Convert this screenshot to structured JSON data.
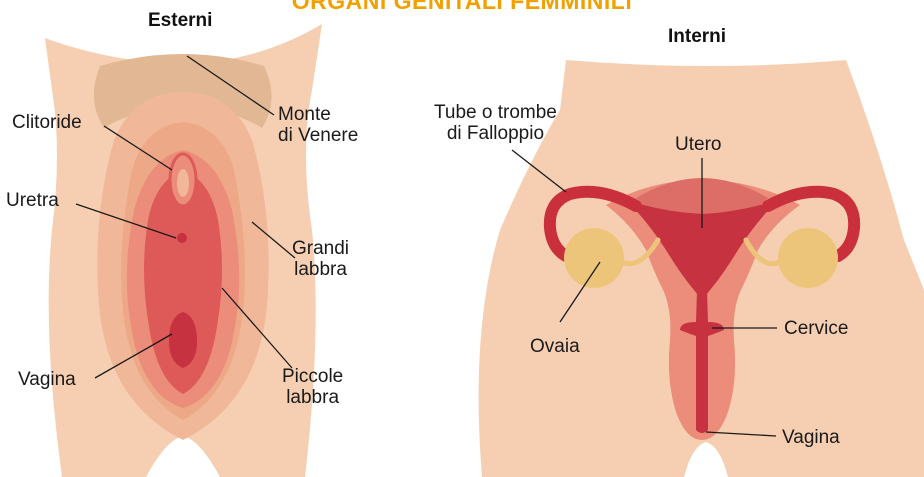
{
  "title": "ORGANI GENITALI FEMMINILI",
  "external": {
    "header": "Esterni",
    "labels": {
      "monte": "Monte\ndi Venere",
      "clitoride": "Clitoride",
      "uretra": "Uretra",
      "grandi": "Grandi\nlabbra",
      "vagina": "Vagina",
      "piccole": "Piccole\nlabbra"
    }
  },
  "internal": {
    "header": "Interni",
    "labels": {
      "tube": "Tube o trombe\ndi Falloppio",
      "utero": "Utero",
      "ovaia": "Ovaia",
      "cervice": "Cervice",
      "vagina": "Vagina"
    }
  },
  "colors": {
    "title": "#f2a000",
    "skin": "#f6cfb3",
    "mons": "#e2b894",
    "labia_major": "#f0b898",
    "labia_minor": "#eb8d7a",
    "inner": "#dd5a58",
    "dark": "#c63240",
    "ovary": "#edc57a",
    "tube": "#c9303c"
  }
}
